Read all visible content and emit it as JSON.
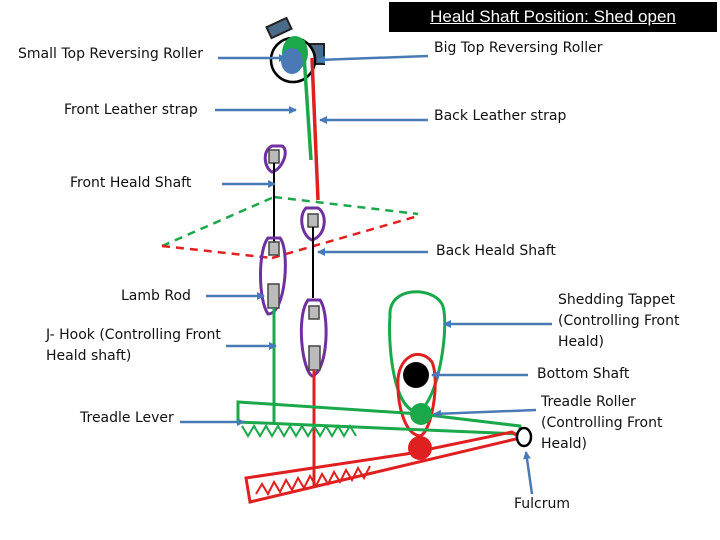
{
  "title": "Heald Shaft Position: Shed open",
  "labels": {
    "small_top_roller": "Small Top Reversing Roller",
    "big_top_roller": "Big Top Reversing Roller",
    "front_leather_strap": "Front Leather strap",
    "back_leather_strap": "Back Leather strap",
    "front_heald_shaft": "Front Heald Shaft",
    "back_heald_shaft": "Back Heald Shaft",
    "lamb_rod": "Lamb Rod",
    "j_hook": "J- Hook (Controlling Front Heald shaft)",
    "shedding_tappet": "Shedding Tappet (Controlling Front Heald)",
    "bottom_shaft": "Bottom Shaft",
    "treadle_lever": "Treadle Lever",
    "treadle_roller": "Treadle Roller (Controlling Front Heald)",
    "fulcrum": "Fulcrum"
  },
  "colors": {
    "front_assembly": "#1aa84a",
    "back_assembly": "#e02020",
    "pointer_arrow": "#4a7ab5",
    "heald_loop": "#7030a0",
    "bottom_shaft": "#000000",
    "treadle_roller_blue": "#4a7ab5"
  }
}
